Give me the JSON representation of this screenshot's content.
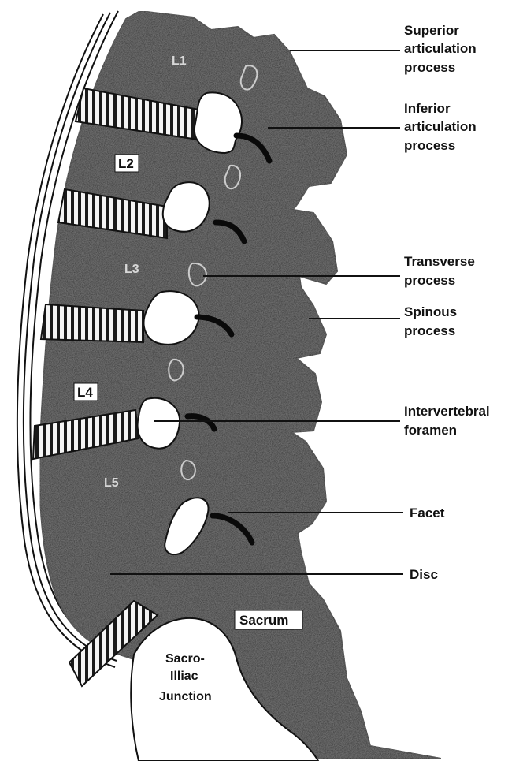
{
  "diagram": {
    "labels": {
      "superior": [
        "Superior",
        "articulation",
        "process"
      ],
      "inferior": [
        "Inferior",
        "articulation",
        "process"
      ],
      "transverse": [
        "Transverse",
        "process"
      ],
      "spinous": [
        "Spinous",
        "process"
      ],
      "foramen": [
        "Intervertebral",
        "foramen"
      ],
      "facet": "Facet",
      "disc": "Disc"
    },
    "vertebrae": {
      "l1": "L1",
      "l2": "L2",
      "l3": "L3",
      "l4": "L4",
      "l5": "L5"
    },
    "sacrum": "Sacrum",
    "junction": [
      "Sacro-",
      "Illiac",
      "Junction"
    ],
    "colors": {
      "bone": "#2b2b2b",
      "disc_stripe": "#f2f2f2",
      "outline": "#111111",
      "background": "#ffffff"
    }
  }
}
